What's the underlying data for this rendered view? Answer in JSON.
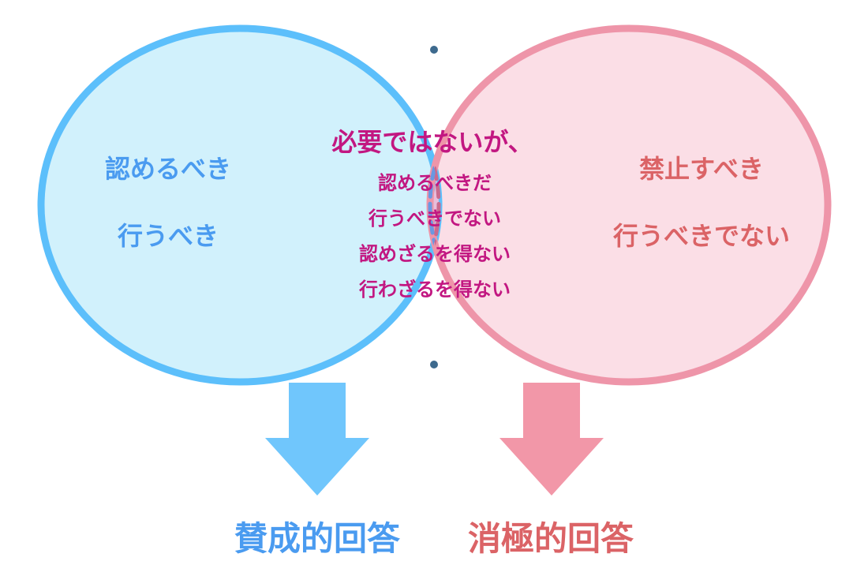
{
  "colors": {
    "positive_stroke": "#5CBFFB",
    "positive_fill": "#D1F1FC",
    "positive_text": "#4A9BF0",
    "positive_arrow": "#70C6FC",
    "negative_stroke": "#EE95A9",
    "negative_fill": "#FBDEE6",
    "negative_text": "#DB6366",
    "negative_arrow": "#F297A8",
    "overlap_fill": "#E8BEDB",
    "overlap_text": "#C21781",
    "overlap_dash_left": "#C96A8E",
    "overlap_dash_right": "#6A98E2"
  },
  "left_set": {
    "lines": [
      "認めるべき",
      "行うべき"
    ]
  },
  "right_set": {
    "lines": [
      "禁止すべき",
      "行うべきでない"
    ]
  },
  "overlap": {
    "heading": "必要ではないが、",
    "lines": [
      "認めるべきだ",
      "行うべきでない",
      "認めざるを得ない",
      "行わざるを得ない"
    ]
  },
  "outcomes": {
    "positive_label": "賛成的回答",
    "negative_label": "消極的回答"
  }
}
